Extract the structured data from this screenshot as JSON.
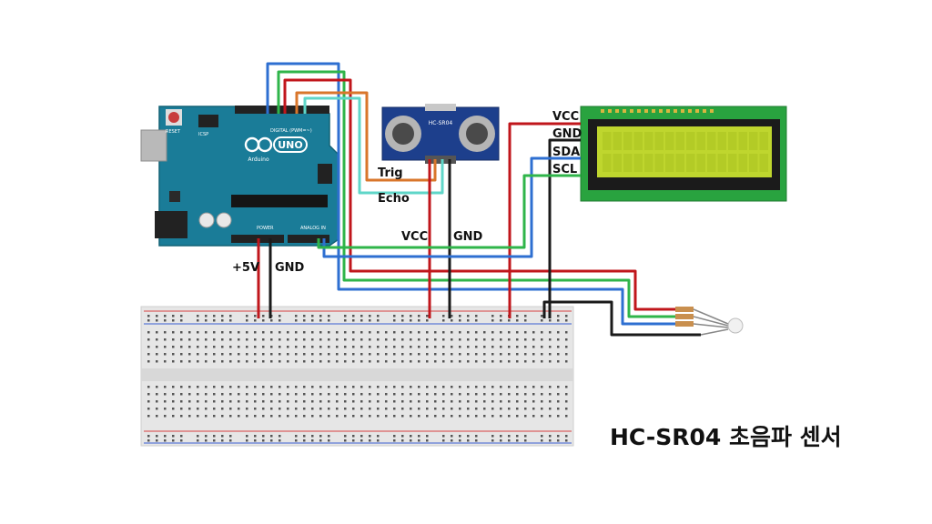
{
  "title": "HC-SR04 초음파 센서",
  "arduino": {
    "logo": "UNO",
    "brand": "Arduino",
    "digital_label": "DIGITAL (PWM=~)",
    "analog_label": "ANALOG IN",
    "power_label": "POWER",
    "reset_label": "RESET",
    "icsp_label": "ICSP",
    "board_color": "#1a7c98"
  },
  "sensor": {
    "model": "HC-SR04",
    "pin_trig": "Trig",
    "pin_echo": "Echo",
    "pin_vcc": "VCC",
    "pin_gnd": "GND"
  },
  "lcd": {
    "pin_vcc": "VCC",
    "pin_gnd": "GND",
    "pin_sda": "SDA",
    "pin_scl": "SCL",
    "screen_color": "#bfd62e"
  },
  "power": {
    "label_5v": "+5V",
    "label_gnd": "GND"
  },
  "wires": {
    "red": "#c0161b",
    "black": "#1a1a1a",
    "blue": "#2e6fd1",
    "green": "#2fb54a",
    "orange": "#d9762b",
    "cyan": "#5fd6c8"
  }
}
